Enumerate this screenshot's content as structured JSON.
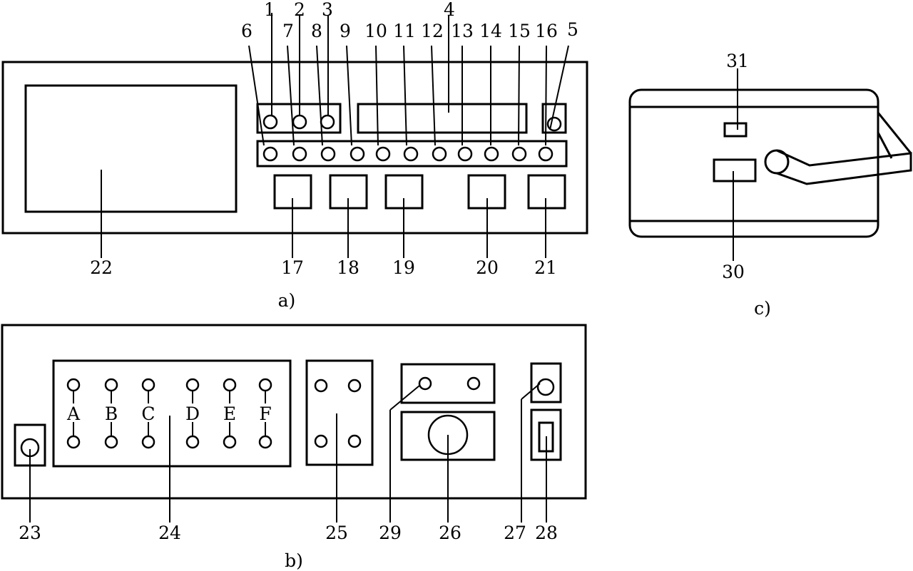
{
  "figure": {
    "captions": {
      "a": "a)",
      "b": "b)",
      "c": "c)"
    },
    "front_panel_labels": {
      "n1": "1",
      "n2": "2",
      "n3": "3",
      "n4": "4",
      "n5": "5",
      "n6": "6",
      "n7": "7",
      "n8": "8",
      "n9": "9",
      "n10": "10",
      "n11": "11",
      "n12": "12",
      "n13": "13",
      "n14": "14",
      "n15": "15",
      "n16": "16",
      "n17": "17",
      "n18": "18",
      "n19": "19",
      "n20": "20",
      "n21": "21",
      "n22": "22"
    },
    "rear_panel_labels": {
      "n23": "23",
      "n24": "24",
      "n25": "25",
      "n26": "26",
      "n27": "27",
      "n28": "28",
      "n29": "29"
    },
    "terminal_letters": [
      "A",
      "B",
      "C",
      "D",
      "E",
      "F"
    ],
    "side_view_labels": {
      "n30": "30",
      "n31": "31"
    }
  }
}
